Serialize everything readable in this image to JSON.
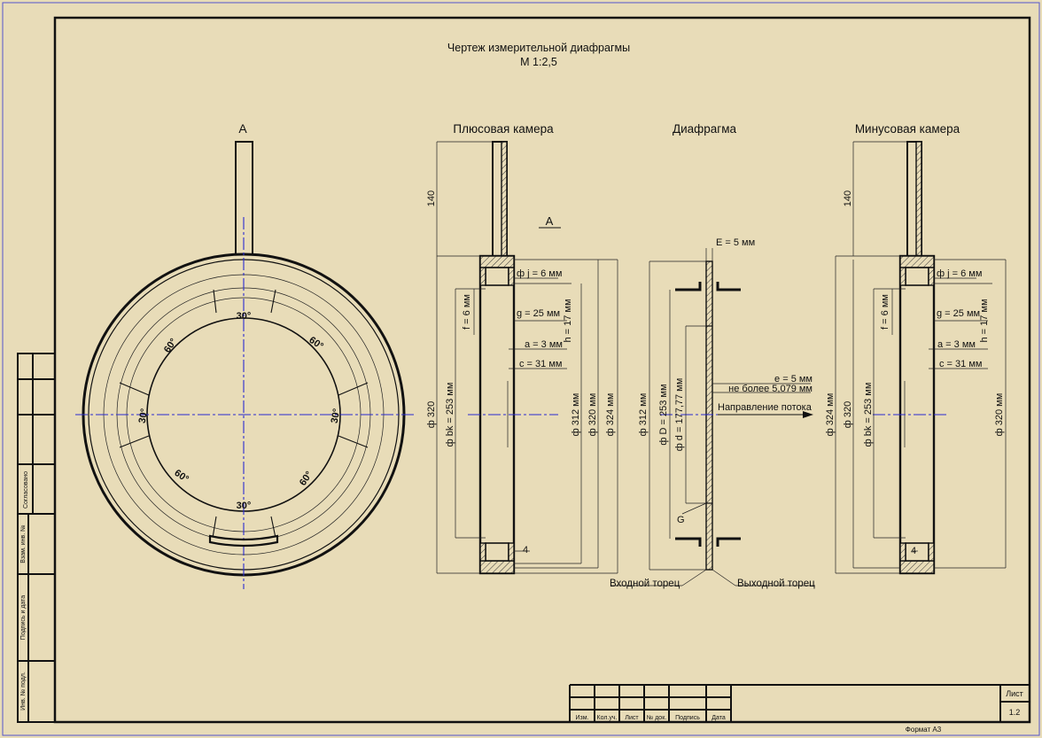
{
  "title": {
    "line1": "Чертеж измерительной диафрагмы",
    "line2": "М 1:2,5"
  },
  "front_view": {
    "label": "А",
    "angles": {
      "top": "30°",
      "upper_left": "60°",
      "upper_right": "60°",
      "left": "30°",
      "right": "30°",
      "lower_left": "60°",
      "lower_right": "60°",
      "bottom": "30°"
    }
  },
  "plus_chamber": {
    "title": "Плюсовая камера",
    "section_label": "А",
    "dims": {
      "height": "140",
      "j": "ф j = 6 мм",
      "f": "f = 6 мм",
      "g": "g = 25 мм",
      "h": "h = 17 мм",
      "a": "a = 3 мм",
      "c": "c = 31 мм",
      "d320_left": "ф 320",
      "bk": "ф bk = 253 мм",
      "d312": "ф 312 мм",
      "d320_right": "ф 320 мм",
      "d324": "ф 324 мм",
      "four": "4"
    }
  },
  "diaphragm": {
    "title": "Диафрагма",
    "dims": {
      "E": "E = 5 мм",
      "e": "e = 5 мм",
      "max": "не более 5,079 мм",
      "flow": "Направление потока",
      "d312": "ф 312 мм",
      "D": "ф D = 253 мм",
      "d": "ф d = 177,77 мм",
      "G": "G"
    },
    "inlet_label": "Входной торец",
    "outlet_label": "Выходной торец"
  },
  "minus_chamber": {
    "title": "Минусовая камера",
    "dims": {
      "height": "140",
      "j": "ф j = 6 мм",
      "f": "f = 6 мм",
      "g": "g = 25 мм",
      "h": "h = 17 мм",
      "a": "a = 3 мм",
      "c": "c = 31 мм",
      "d324": "ф 324 мм",
      "d320_left": "ф 320",
      "bk": "ф bk = 253 мм",
      "d320_right": "ф 320 мм",
      "four": "4"
    }
  },
  "side_stamp": {
    "cells": [
      "Согласовано",
      "Взам. инв. №",
      "Подпись и дата",
      "Инв. № подл."
    ]
  },
  "title_block": {
    "headers": [
      "Изм.",
      "Кол.уч.",
      "Лист",
      "№ док.",
      "Подпись",
      "Дата"
    ],
    "sheet_label": "Лист",
    "sheet_number": "1.2",
    "format_label": "Формат А3"
  },
  "colors": {
    "paper": "#e8dcb8",
    "ink": "#111111",
    "axis": "#2a2ad0"
  }
}
